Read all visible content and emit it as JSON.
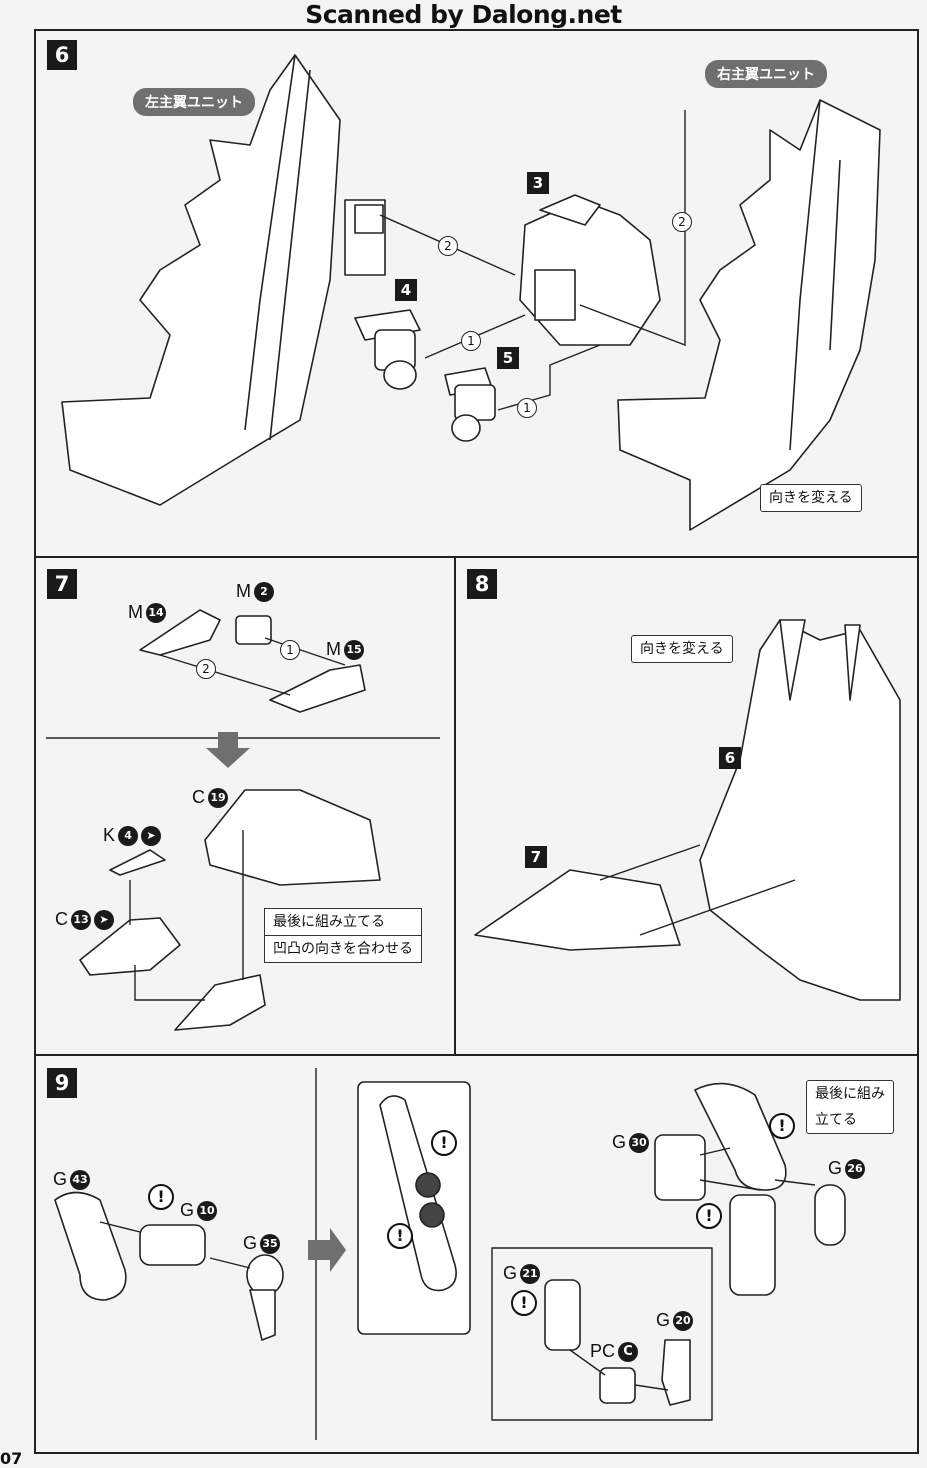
{
  "header": {
    "watermark": "Scanned by Dalong.net"
  },
  "page_number": "07",
  "step6": {
    "number": "6",
    "left_unit_label": "左主翼ユニット",
    "right_unit_label": "右主翼ユニット",
    "sub3": "3",
    "sub4": "4",
    "sub5": "5",
    "order1a": "1",
    "order1b": "1",
    "order1c": "1",
    "order2a": "2",
    "order2b": "2",
    "turn_note": "向きを変える"
  },
  "step7": {
    "number": "7",
    "part_m14": {
      "letter": "M",
      "num": "14"
    },
    "part_m2": {
      "letter": "M",
      "num": "2"
    },
    "part_m15": {
      "letter": "M",
      "num": "15"
    },
    "part_c19": {
      "letter": "C",
      "num": "19"
    },
    "part_k4": {
      "letter": "K",
      "num": "4"
    },
    "part_c13": {
      "letter": "C",
      "num": "13"
    },
    "order1": "1",
    "order2": "2",
    "note_line1": "最後に組み立てる",
    "note_line2": "凹凸の向きを合わせる"
  },
  "step8": {
    "number": "8",
    "turn_note": "向きを変える",
    "sub6": "6",
    "sub7": "7"
  },
  "step9": {
    "number": "9",
    "part_g43": {
      "letter": "G",
      "num": "43"
    },
    "part_g10": {
      "letter": "G",
      "num": "10"
    },
    "part_g35": {
      "letter": "G",
      "num": "35"
    },
    "part_g30": {
      "letter": "G",
      "num": "30"
    },
    "part_g26": {
      "letter": "G",
      "num": "26"
    },
    "part_g21": {
      "letter": "G",
      "num": "21"
    },
    "part_g20": {
      "letter": "G",
      "num": "20"
    },
    "part_pc": {
      "letter": "PC",
      "num": "C"
    },
    "warn": "!",
    "note_line1": "最後に組み",
    "note_line2": "立てる"
  }
}
